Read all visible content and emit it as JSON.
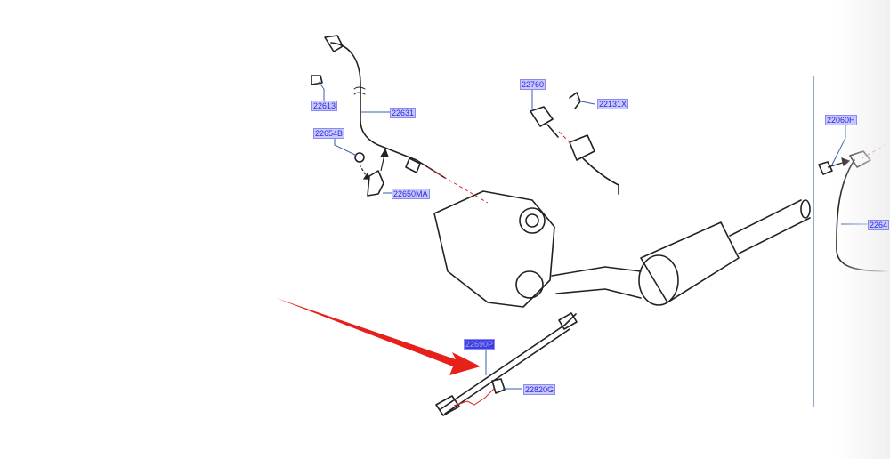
{
  "diagram": {
    "parts": [
      {
        "id": "22613",
        "selected": false
      },
      {
        "id": "22631",
        "selected": false
      },
      {
        "id": "22654B",
        "selected": false
      },
      {
        "id": "22650MA",
        "selected": false
      },
      {
        "id": "22760",
        "selected": false
      },
      {
        "id": "22131X",
        "selected": false
      },
      {
        "id": "22690P",
        "selected": true
      },
      {
        "id": "22820G",
        "selected": false
      },
      {
        "id": "22060H",
        "selected": false
      },
      {
        "id": "2264",
        "selected": false
      }
    ],
    "colors": {
      "label_bg": "#c9c9ff",
      "label_text": "#2b2bd8",
      "leader": "#3a5fa8",
      "pointer_arrow": "#e8201c",
      "connection": "#e02020"
    }
  }
}
